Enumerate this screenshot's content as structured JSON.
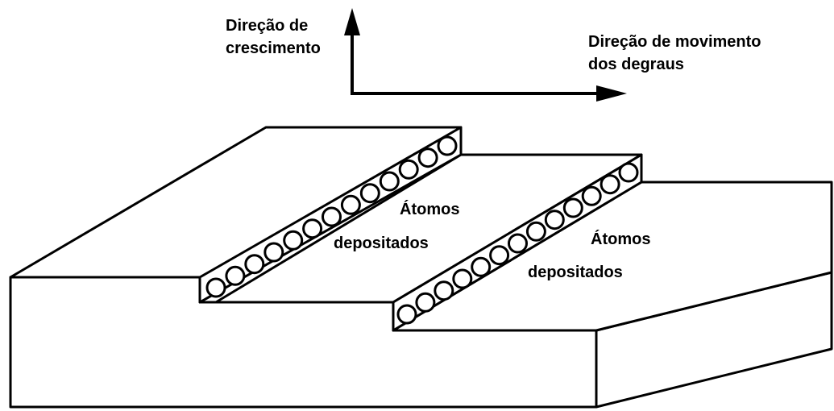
{
  "labels": {
    "growth_direction": [
      "Direção de",
      "crescimento"
    ],
    "step_motion_direction": [
      "Direção de movimento",
      "dos degraus"
    ],
    "deposited_atoms_1": [
      "Átomos",
      "depositados"
    ],
    "deposited_atoms_2": [
      "Átomos",
      "depositados"
    ]
  },
  "colors": {
    "line": "#000000",
    "background": "#ffffff"
  },
  "icons": [
    "arrow-up-icon",
    "arrow-right-icon"
  ]
}
